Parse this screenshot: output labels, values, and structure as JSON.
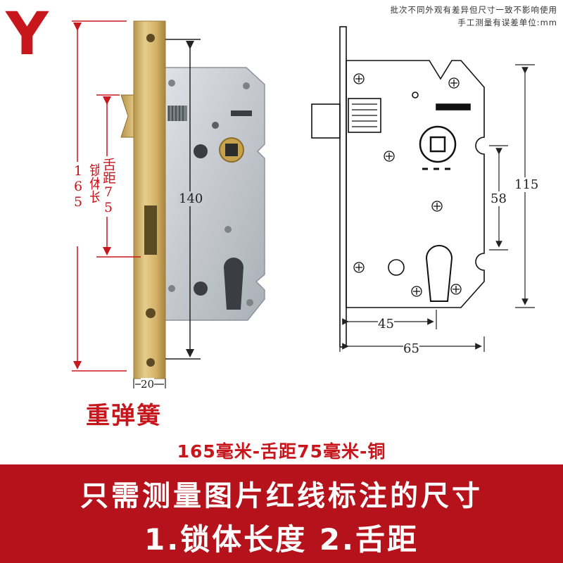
{
  "brand": {
    "logo_letter": "Y"
  },
  "notes": {
    "line1": "批次不同外观有差异但尺寸一致不影响使用",
    "line2": "手工测量有误差单位:mm"
  },
  "photo_dims": {
    "body_length": "锁体长165",
    "tongue_distance": "舌距75",
    "height_140": "140",
    "faceplate_width": "20"
  },
  "drawing_dims": {
    "height_115": "115",
    "spacing_58": "58",
    "width_45": "45",
    "width_65": "65"
  },
  "product": {
    "title": "重弹簧",
    "spec": "165毫米-舌距75毫米-铜"
  },
  "banner": {
    "line1": "只需测量图片红线标注的尺寸",
    "line2": "1.锁体长度 2.舌距"
  },
  "colors": {
    "accent_red": "#c8161d",
    "banner_red": "#b5121b",
    "brass": "#d4b36a",
    "steel": "#c9cdd3"
  }
}
